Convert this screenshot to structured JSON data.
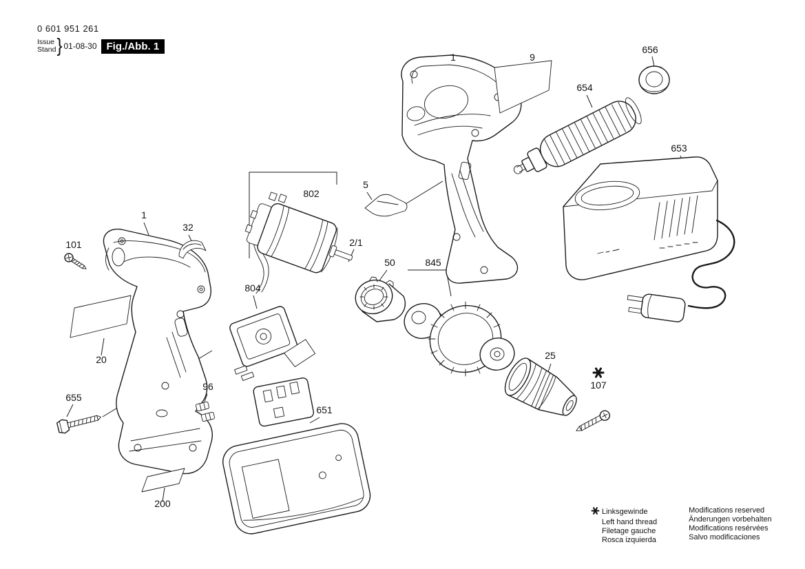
{
  "ink_color": "#1a1a1a",
  "header": {
    "part_number": "0 601 951 261",
    "issue_label": "Issue",
    "stand_label": "Stand",
    "brace": "}",
    "issue_date": "01-08-30",
    "figure_label": "Fig./Abb. 1"
  },
  "callouts": [
    {
      "label": "1",
      "part": "housing-right"
    },
    {
      "label": "9",
      "part": "nameplate"
    },
    {
      "label": "656",
      "part": "ring-nut"
    },
    {
      "label": "654",
      "part": "auxiliary-handle"
    },
    {
      "label": "653",
      "part": "battery-charger"
    },
    {
      "label": "5",
      "part": "clip"
    },
    {
      "label": "802",
      "part": "motor-assembly"
    },
    {
      "label": "2/1",
      "part": "motor-shaft"
    },
    {
      "label": "50",
      "part": "ring-gear"
    },
    {
      "label": "845",
      "part": "gearbox-assembly"
    },
    {
      "label": "25",
      "part": "drill-chuck"
    },
    {
      "label": "107",
      "part": "chuck-screw-left-hand-thread"
    },
    {
      "label": "1",
      "part": "housing-left"
    },
    {
      "label": "32",
      "part": "clip-cap"
    },
    {
      "label": "101",
      "part": "screw"
    },
    {
      "label": "804",
      "part": "switch"
    },
    {
      "label": "20",
      "part": "label-plate"
    },
    {
      "label": "655",
      "part": "bolt"
    },
    {
      "label": "96",
      "part": "contact-clips"
    },
    {
      "label": "651",
      "part": "battery-pack"
    },
    {
      "label": "200",
      "part": "label-plate-small"
    }
  ],
  "legend": {
    "left_hand_thread": {
      "de": "Linksgewinde",
      "en": "Left hand thread",
      "fr": "Filetage gauche",
      "es": "Rosca izquierda"
    },
    "modifications": {
      "en": "Modifications reserved",
      "de": "Änderungen vorbehalten",
      "fr": "Modifications resérvées",
      "es": "Salvo modificaciones"
    }
  }
}
